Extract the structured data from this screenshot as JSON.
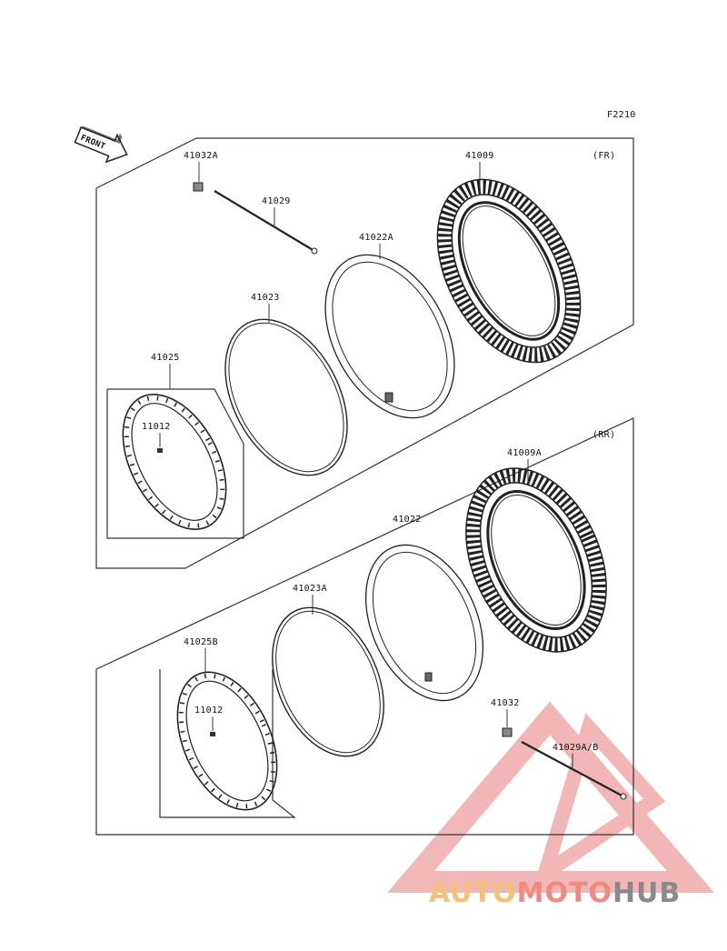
{
  "figure_code": "F2210",
  "front_arrow_label": "FRONT",
  "sections": {
    "front": {
      "tag": "(FR)"
    },
    "rear": {
      "tag": "(RR)"
    }
  },
  "parts": {
    "p41032A": "41032A",
    "p41029": "41029",
    "p41009": "41009",
    "p41022A": "41022A",
    "p41023": "41023",
    "p41025": "41025",
    "p11012_front": "11012",
    "p41009A": "41009A",
    "p41022": "41022",
    "p41023A": "41023A",
    "p41025B": "41025B",
    "p11012_rear": "11012",
    "p41032": "41032",
    "p41029AB": "41029A/B"
  },
  "watermark": {
    "part1": "AUTO",
    "part2": "MOTO",
    "part3": "HUB",
    "color_auto": "#f5c07a",
    "color_moto": "#ef8a80",
    "color_hub": "#8a8a8a"
  }
}
